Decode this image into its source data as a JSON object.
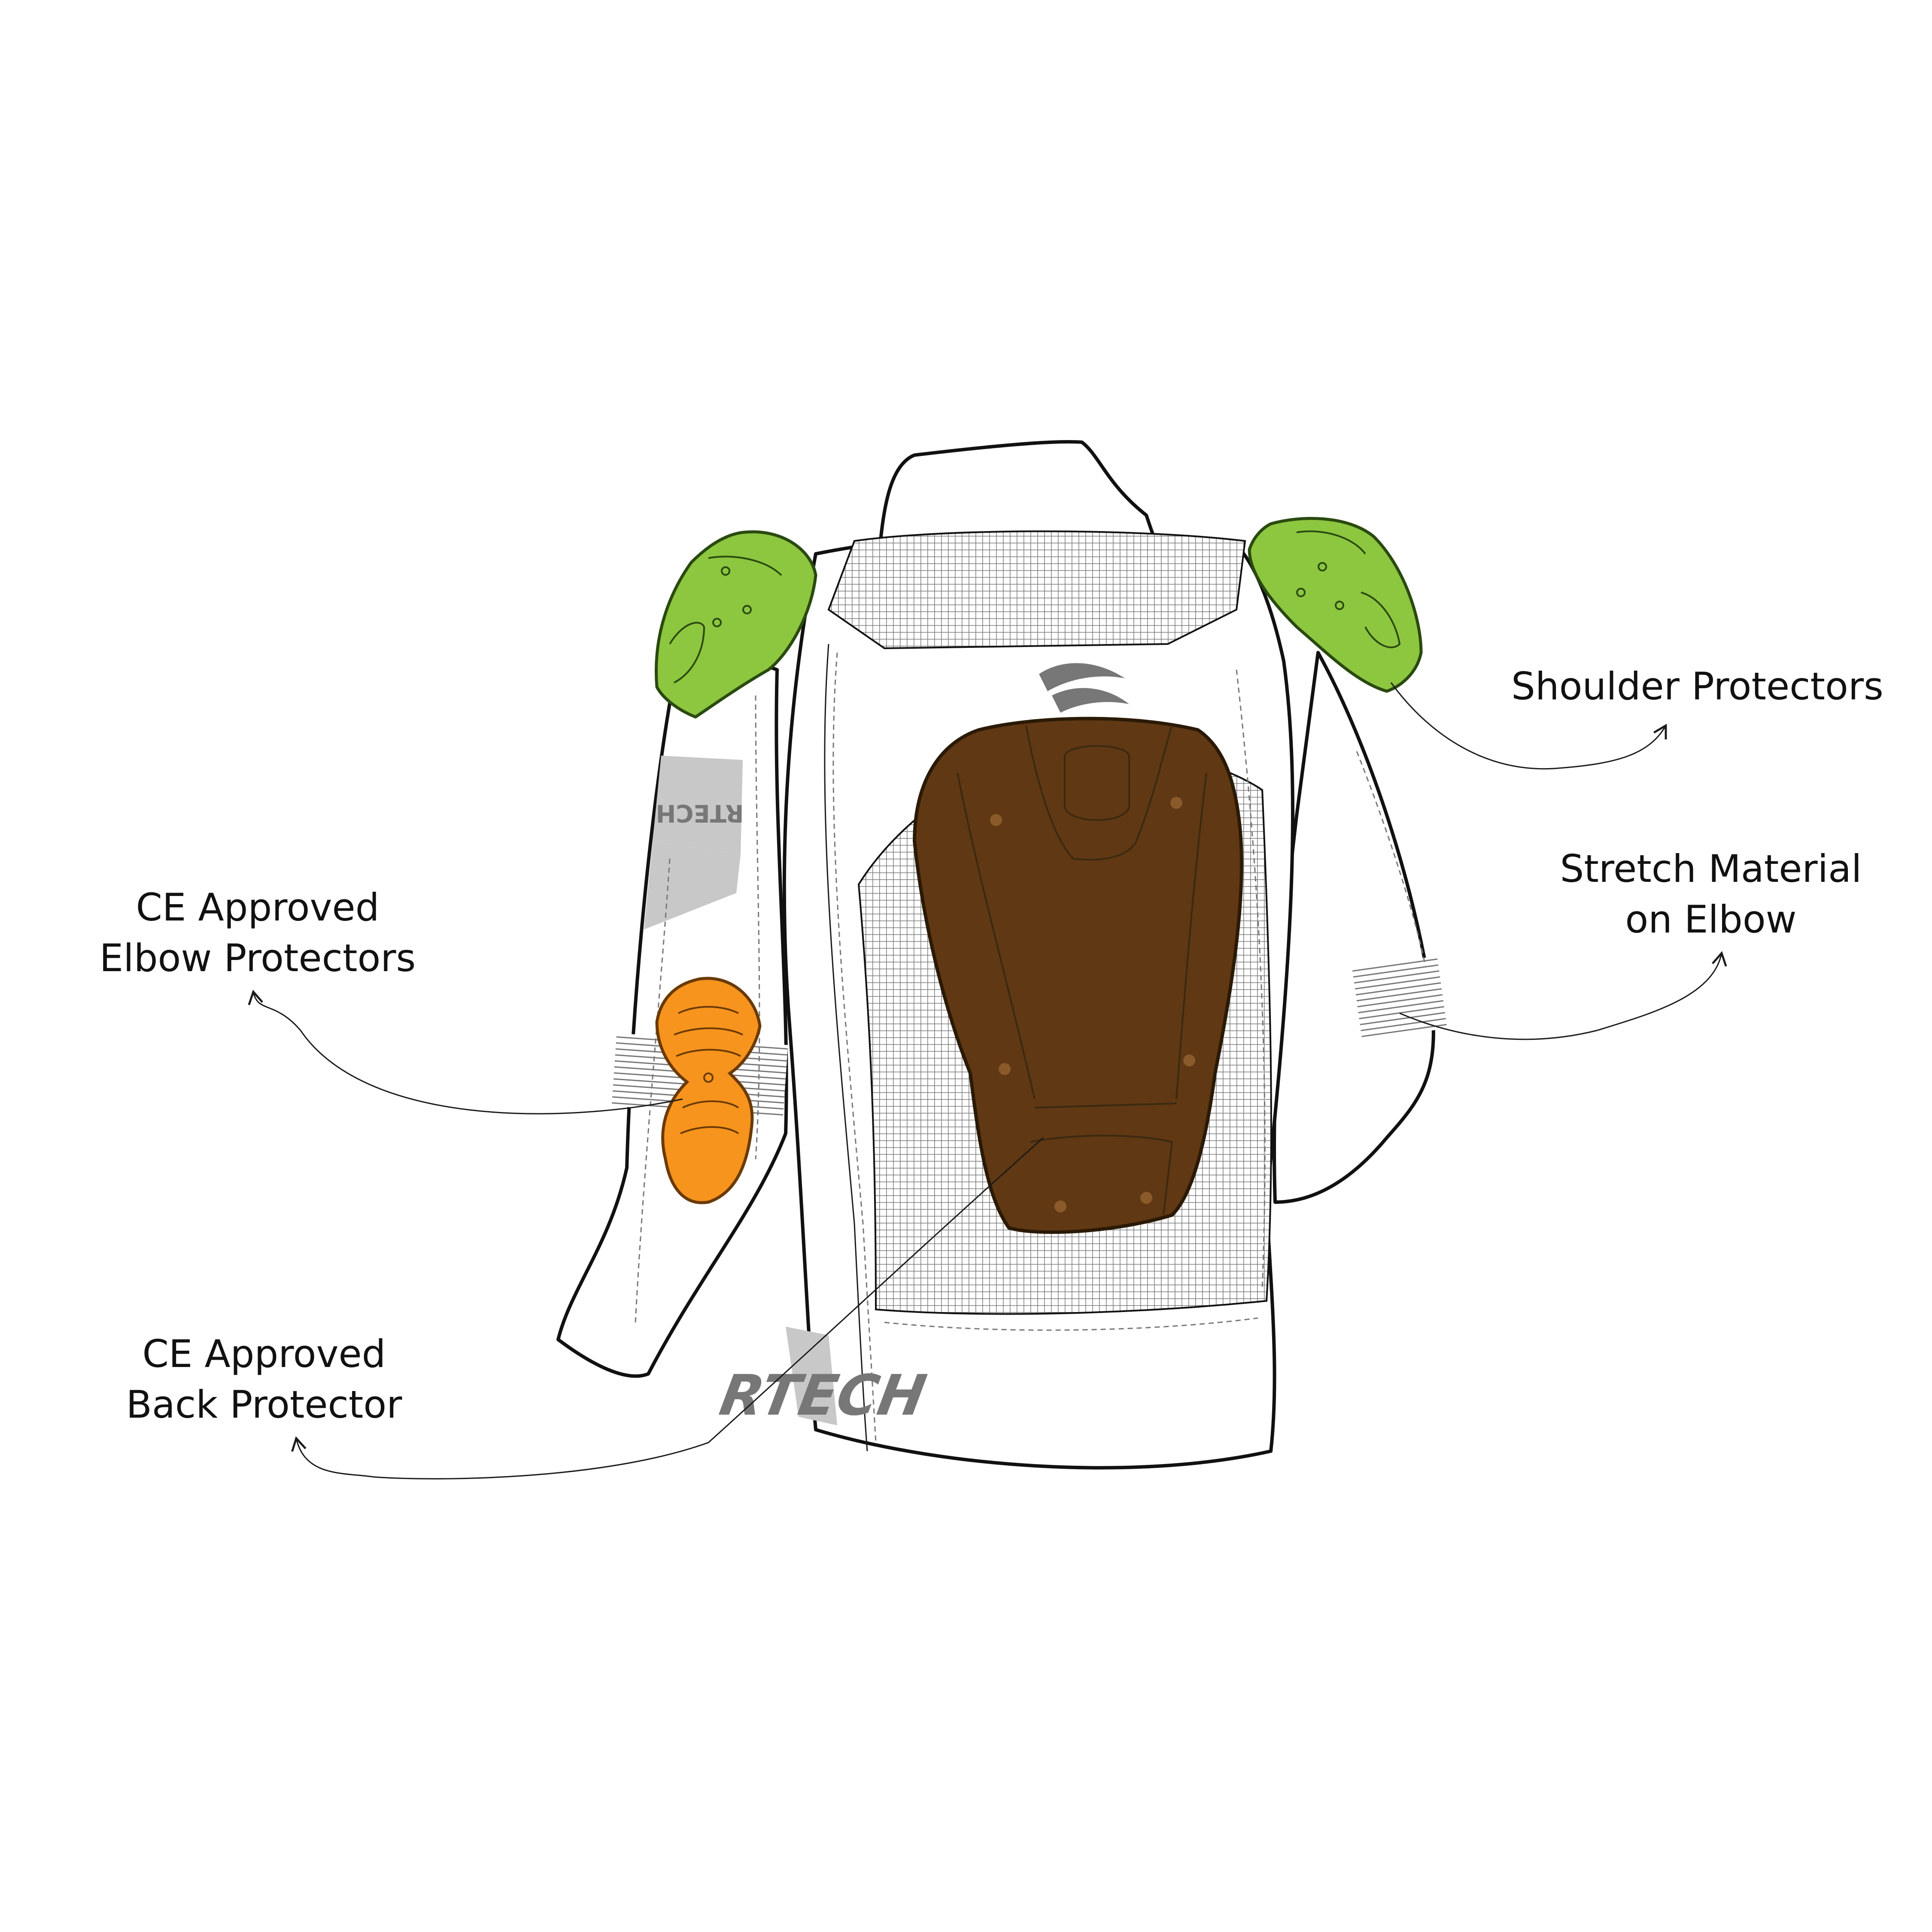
{
  "callouts": {
    "shoulder": {
      "lines": [
        "Shoulder Protectors"
      ]
    },
    "stretch": {
      "lines": [
        "Stretch Material",
        "on Elbow"
      ]
    },
    "elbow": {
      "lines": [
        "CE Approved",
        "Elbow Protectors"
      ]
    },
    "back": {
      "lines": [
        "CE Approved",
        "Back Protector"
      ]
    }
  },
  "branding": {
    "waist_logo": "RTECH",
    "sleeve_logo": "RTECH"
  },
  "colors": {
    "shoulder_protector": "#8dc63f",
    "elbow_protector": "#f7941d",
    "back_protector": "#603813",
    "panel_grey": "#c8c8c8",
    "logo_grey": "#777777",
    "outline": "#111111"
  }
}
